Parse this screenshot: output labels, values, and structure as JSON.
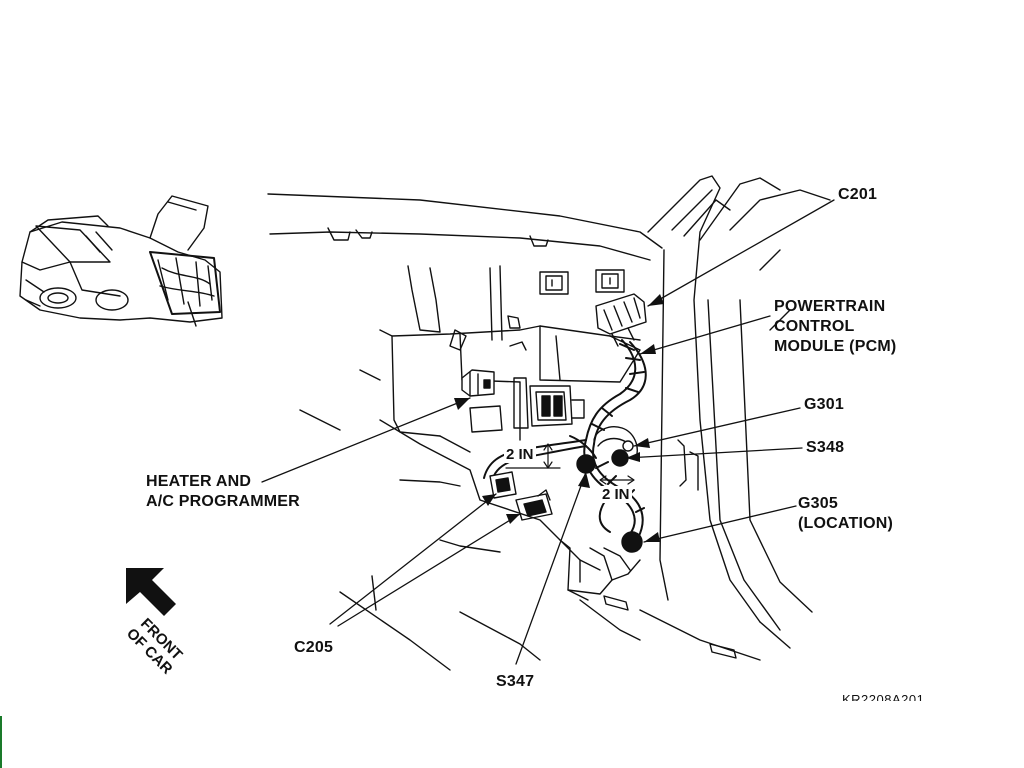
{
  "labels": {
    "c201": "C201",
    "pcm_line1": "POWERTRAIN",
    "pcm_line2": "CONTROL",
    "pcm_line3": "MODULE (PCM)",
    "g301": "G301",
    "s348": "S348",
    "g305_line1": "G305",
    "g305_line2": "(LOCATION)",
    "heater_line1": "HEATER AND",
    "heater_line2": "A/C PROGRAMMER",
    "c205": "C205",
    "s347": "S347",
    "front_line1": "FRONT",
    "front_line2": "OF CAR"
  },
  "dimensions": {
    "vertical": "2 IN",
    "horizontal": "2 IN"
  },
  "figure_code": "KR2208A201",
  "colors": {
    "ink": "#111111",
    "background": "#ffffff",
    "ground_fill": "#111111"
  },
  "icons": {
    "front_arrow": "front-arrow-icon",
    "ground_point": "ground-point-icon",
    "splice_point": "splice-point-icon"
  }
}
